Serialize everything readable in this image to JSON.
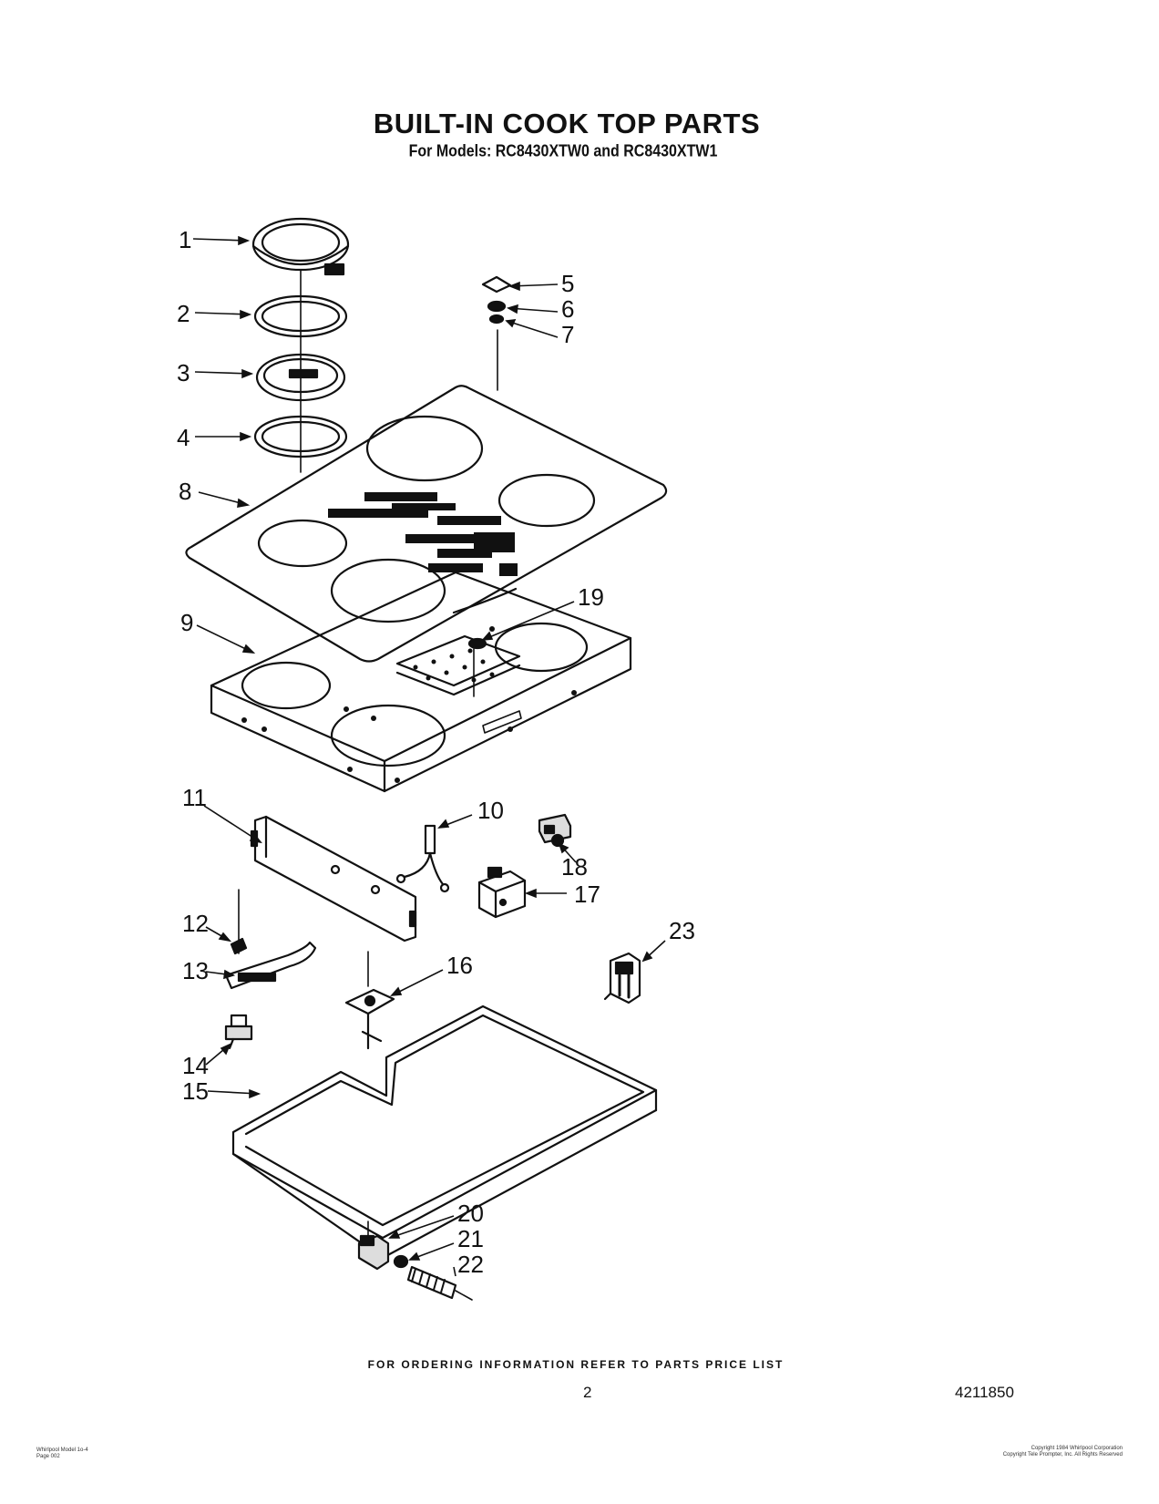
{
  "header": {
    "title": "BUILT-IN COOK TOP PARTS",
    "subtitle": "For Models: RC8430XTW0 and RC8430XTW1"
  },
  "callouts": [
    "1",
    "2",
    "3",
    "4",
    "5",
    "6",
    "7",
    "8",
    "9",
    "10",
    "11",
    "12",
    "13",
    "14",
    "15",
    "16",
    "17",
    "18",
    "19",
    "20",
    "21",
    "22",
    "23"
  ],
  "footer": {
    "ordering_note": "FOR ORDERING INFORMATION REFER TO PARTS PRICE LIST",
    "page_number": "2",
    "doc_number": "4211850"
  },
  "fineprint": {
    "left": [
      "Whirlpool Model 1o-4",
      "Page 002"
    ],
    "right": [
      "Copyright 1984 Whirlpool Corporation",
      "Copyright Tele Prompter, Inc. All Rights Reserved"
    ]
  }
}
